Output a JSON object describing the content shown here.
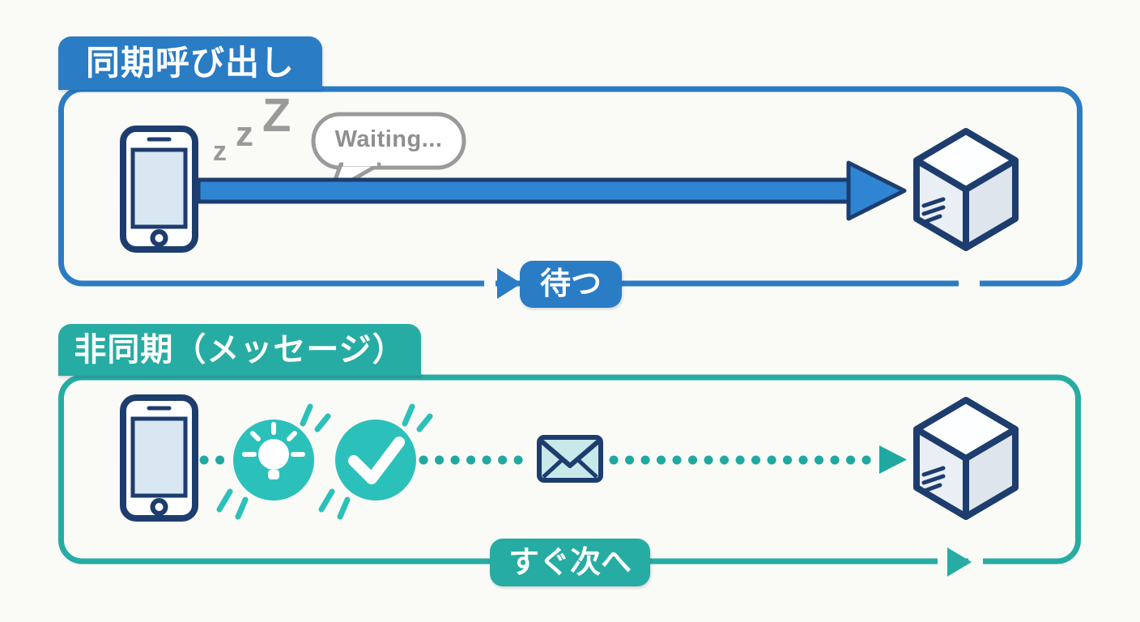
{
  "background_color": "#fafaf6",
  "colors": {
    "sync_blue": "#2a7cc4",
    "arrow_blue_fill": "#2f85d2",
    "outline_navy": "#1d3d6f",
    "sleep_gray": "#9a9a9a",
    "async_teal": "#26aca3",
    "bright_teal": "#2bc1ba",
    "dot_teal": "#1fa9a0",
    "envelope_fill": "#c8e8ea",
    "phone_screen_fill": "#d9e7f3",
    "cube_left_face": "#e9eff5",
    "cube_right_face": "#dee5ec"
  },
  "sync_panel": {
    "title": "同期呼び出し",
    "sleep": {
      "z1": "z",
      "z2": "z",
      "z3": "Z"
    },
    "bubble_text": "Waiting...",
    "flow_label": "待つ",
    "icons": [
      "smartphone-icon",
      "zzz-sleep-icon",
      "speech-bubble-icon",
      "request-arrow",
      "server-cube-icon"
    ]
  },
  "async_panel": {
    "title": "非同期（メッセージ）",
    "flow_label": "すぐ次へ",
    "icons": [
      "smartphone-icon",
      "lightbulb-icon",
      "checkmark-icon",
      "envelope-icon",
      "dotted-message-arrow",
      "server-cube-icon"
    ]
  }
}
